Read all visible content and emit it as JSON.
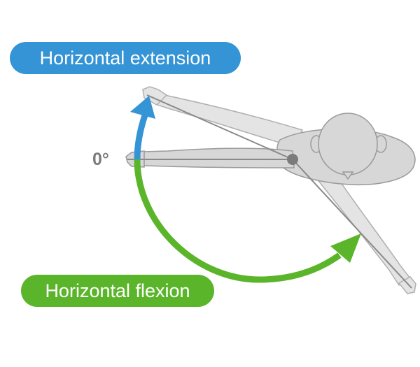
{
  "labels": {
    "extension": "Horizontal extension",
    "flexion": "Horizontal flexion",
    "zero": "0°"
  },
  "colors": {
    "extension": "#3594d6",
    "flexion": "#5bb52a",
    "body_fill": "#d7d7d7",
    "body_stroke": "#9a9a9a",
    "axis_line": "#8a8a8a"
  },
  "icons": {
    "figure": "human-top-view-icon"
  }
}
